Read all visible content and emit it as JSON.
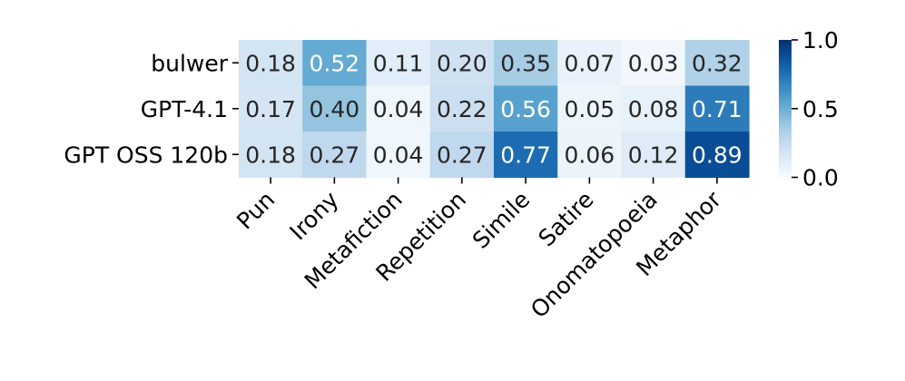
{
  "chart_data": {
    "type": "heatmap",
    "title": "",
    "xlabel": "",
    "ylabel": "",
    "rows": [
      "bulwer",
      "GPT-4.1",
      "GPT OSS 120b"
    ],
    "columns": [
      "Pun",
      "Irony",
      "Metafiction",
      "Repetition",
      "Simile",
      "Satire",
      "Onomatopoeia",
      "Metaphor"
    ],
    "values": [
      [
        0.18,
        0.52,
        0.11,
        0.2,
        0.35,
        0.07,
        0.03,
        0.32
      ],
      [
        0.17,
        0.4,
        0.04,
        0.22,
        0.56,
        0.05,
        0.08,
        0.71
      ],
      [
        0.18,
        0.27,
        0.04,
        0.27,
        0.77,
        0.06,
        0.12,
        0.89
      ]
    ],
    "value_labels": [
      [
        "0.18",
        "0.52",
        "0.11",
        "0.20",
        "0.35",
        "0.07",
        "0.03",
        "0.32"
      ],
      [
        "0.17",
        "0.40",
        "0.04",
        "0.22",
        "0.56",
        "0.05",
        "0.08",
        "0.71"
      ],
      [
        "0.18",
        "0.27",
        "0.04",
        "0.27",
        "0.77",
        "0.06",
        "0.12",
        "0.89"
      ]
    ],
    "colorbar": {
      "range": [
        0.0,
        1.0
      ],
      "ticks": [
        "0.0",
        "0.5",
        "1.0"
      ],
      "colormap": "Blues",
      "color_low": "#f7fbff",
      "color_high": "#08306b"
    },
    "annotation_text_dark": "#262626",
    "annotation_text_light": "#ffffff",
    "grid": false,
    "legend": "colorbar-right"
  }
}
